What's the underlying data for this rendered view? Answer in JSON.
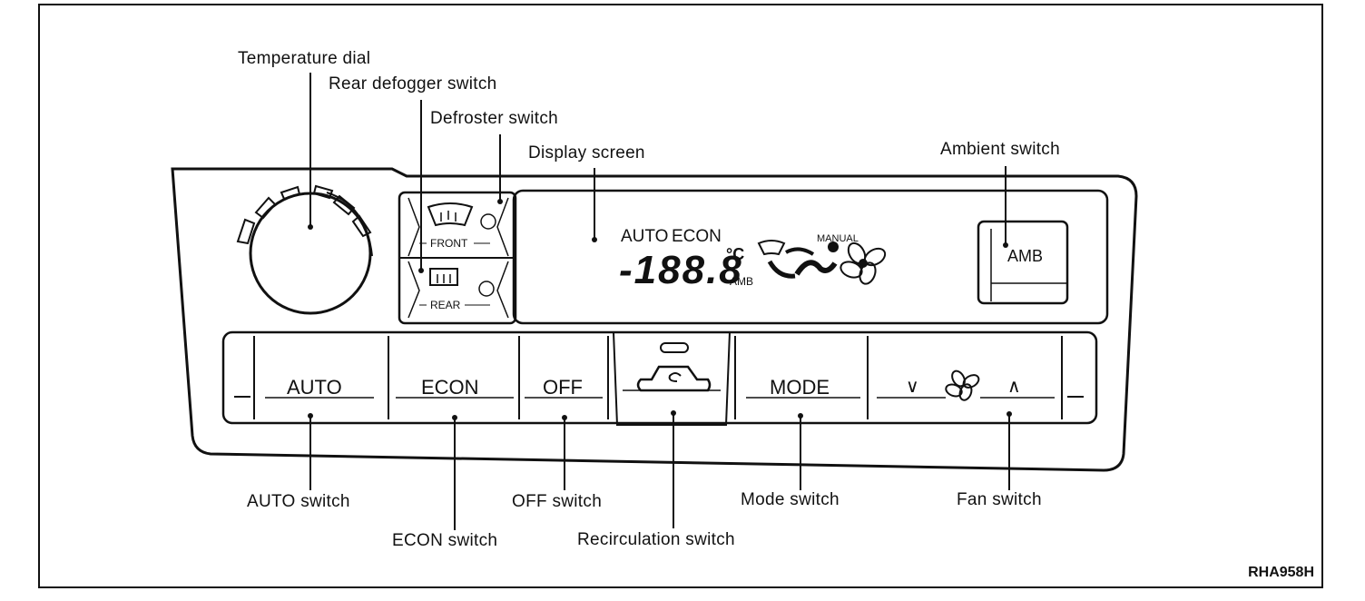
{
  "callouts": {
    "temperature_dial": "Temperature dial",
    "rear_defogger_switch": "Rear defogger switch",
    "defroster_switch": "Defroster switch",
    "display_screen": "Display screen",
    "ambient_switch": "Ambient switch",
    "auto_switch": "AUTO switch",
    "econ_switch": "ECON switch",
    "off_switch": "OFF switch",
    "recirculation_switch": "Recirculation switch",
    "mode_switch": "Mode switch",
    "fan_switch": "Fan switch"
  },
  "buttons": {
    "auto": "AUTO",
    "econ": "ECON",
    "off": "OFF",
    "mode": "MODE",
    "amb": "AMB",
    "fan_down": "∨",
    "fan_up": "∧"
  },
  "defog_panel": {
    "front": "FRONT",
    "rear": "REAR"
  },
  "display": {
    "auto": "AUTO",
    "econ": "ECON",
    "temperature": "-188.8",
    "unit": "°C",
    "amb": "AMB",
    "manual": "MANUAL"
  },
  "figure_id": "RHA958H"
}
